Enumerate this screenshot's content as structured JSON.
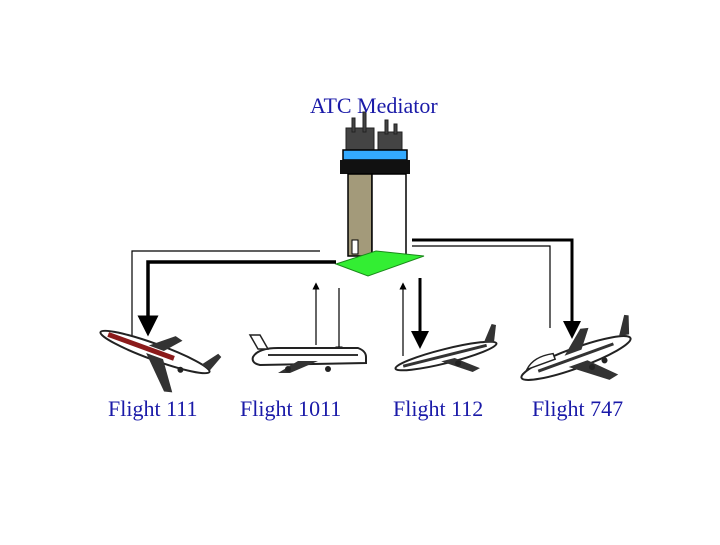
{
  "diagram": {
    "title": "ATC Mediator",
    "flights": [
      {
        "label": "Flight 111"
      },
      {
        "label": "Flight 1011"
      },
      {
        "label": "Flight 112"
      },
      {
        "label": "Flight 747"
      }
    ]
  },
  "colors": {
    "text": "#1a1aa8",
    "tower_shaft": "#a39a7a",
    "pad": "#33ee33",
    "tower_glass": "#33aaff",
    "lines": "#000000",
    "plane_body": "#ffffff",
    "plane_dark": "#222222",
    "plane_accent": "#8b1a1a"
  },
  "icons": {
    "tower": "control-tower-icon",
    "planes": [
      "plane-111-icon",
      "plane-1011-icon",
      "plane-112-icon",
      "plane-747-icon"
    ]
  }
}
